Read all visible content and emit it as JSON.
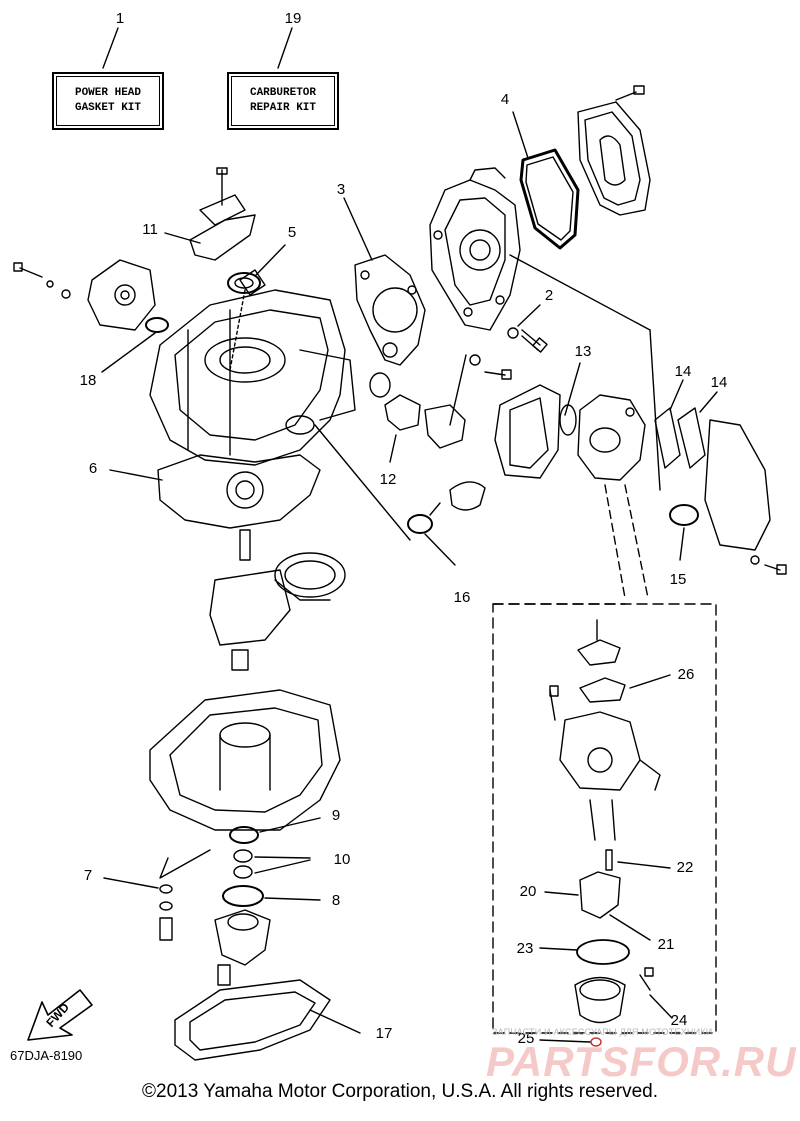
{
  "kits": [
    {
      "id": "1",
      "line1": "POWER HEAD",
      "line2": "GASKET KIT"
    },
    {
      "id": "19",
      "line1": "CARBURETOR",
      "line2": "REPAIR KIT"
    }
  ],
  "callouts": [
    "1",
    "19",
    "4",
    "3",
    "11",
    "5",
    "2",
    "13",
    "18",
    "14",
    "14",
    "12",
    "6",
    "16",
    "15",
    "26",
    "9",
    "10",
    "7",
    "8",
    "22",
    "20",
    "21",
    "23",
    "24",
    "17",
    "25"
  ],
  "fwd_label": "FWD",
  "diagram_code": "67DJA-8190",
  "copyright": "©2013 Yamaha Motor Corporation, U.S.A. All rights reserved.",
  "watermark": {
    "tagline": "ЗАПЧАСТИ И АКСЕССУАРЫ ДЛЯ МОТОТЕХНИКИ",
    "logo": "PARTSFOR.RU"
  },
  "colors": {
    "ink": "#000000",
    "watermark": "#f6c9c9"
  }
}
